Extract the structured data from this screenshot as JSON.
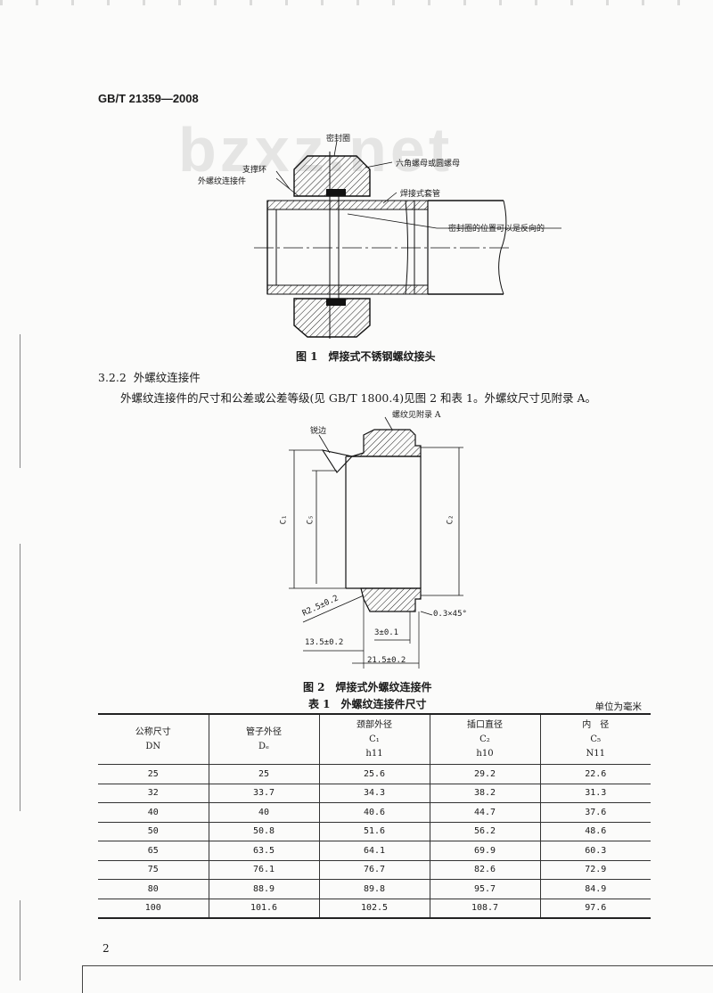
{
  "header": {
    "standard_code": "GB/T 21359—2008"
  },
  "watermark": "bzxz.net",
  "figure1": {
    "caption": "图 1　焊接式不锈钢螺纹接头",
    "labels": {
      "seal_ring": "密封圈",
      "hex_nut": "六角螺母或圆螺母",
      "support_ring": "支撑环",
      "male_connector": "外螺纹连接件",
      "weld_ferrule": "焊接式套管",
      "note": "密封圈的位置可以是反向的"
    }
  },
  "section": {
    "number": "3.2.2",
    "title": "外螺纹连接件",
    "paragraph": "外螺纹连接件的尺寸和公差或公差等级(见 GB/T 1800.4)见图 2 和表 1。外螺纹尺寸见附录 A。"
  },
  "figure2": {
    "caption": "图 2　焊接式外螺纹连接件",
    "labels": {
      "thread_note": "螺纹见附录 A",
      "flange_edge": "锐边",
      "c1": "C₁",
      "c5": "C₅",
      "c2": "C₂",
      "radius": "R2.5±0.2",
      "chamfer": "0.3×45°",
      "dim_3": "3±0.1",
      "dim_13_5": "13.5±0.2",
      "dim_21_5": "21.5±0.2"
    }
  },
  "table1": {
    "caption": "表 1　外螺纹连接件尺寸",
    "unit": "单位为毫米",
    "headers": [
      [
        "公称尺寸",
        "DN"
      ],
      [
        "管子外径",
        "Dₑ"
      ],
      [
        "颈部外径",
        "C₁",
        "h11"
      ],
      [
        "插口直径",
        "C₂",
        "h10"
      ],
      [
        "内　径",
        "C₅",
        "N11"
      ]
    ],
    "rows": [
      [
        "25",
        "25",
        "25.6",
        "29.2",
        "22.6"
      ],
      [
        "32",
        "33.7",
        "34.3",
        "38.2",
        "31.3"
      ],
      [
        "40",
        "40",
        "40.6",
        "44.7",
        "37.6"
      ],
      [
        "50",
        "50.8",
        "51.6",
        "56.2",
        "48.6"
      ],
      [
        "65",
        "63.5",
        "64.1",
        "69.9",
        "60.3"
      ],
      [
        "75",
        "76.1",
        "76.7",
        "82.6",
        "72.9"
      ],
      [
        "80",
        "88.9",
        "89.8",
        "95.7",
        "84.9"
      ],
      [
        "100",
        "101.6",
        "102.5",
        "108.7",
        "97.6"
      ]
    ]
  },
  "page_number": "2"
}
